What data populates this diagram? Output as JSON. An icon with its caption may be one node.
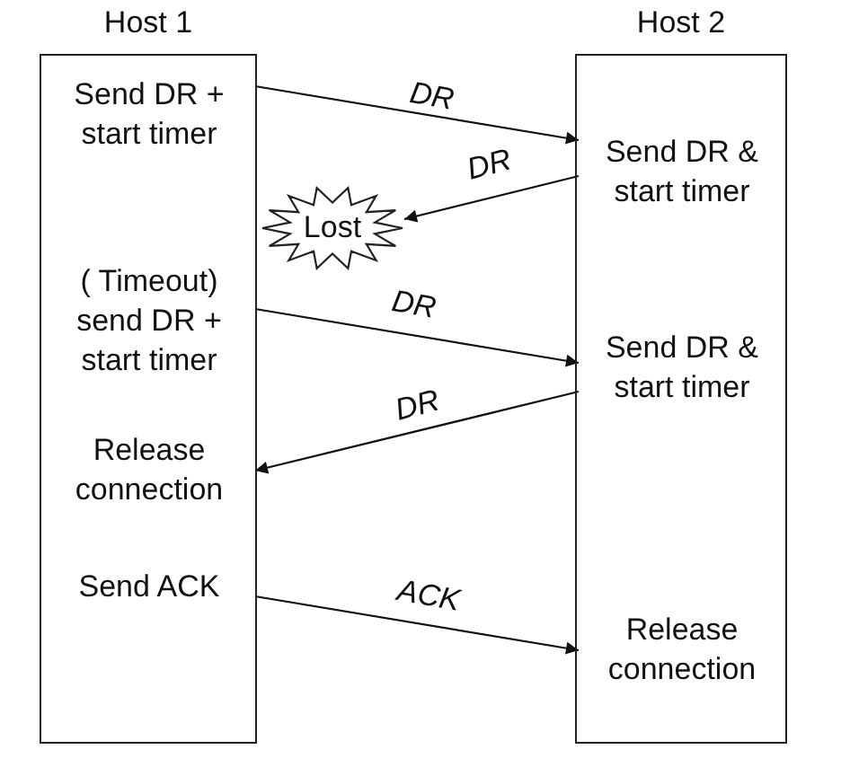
{
  "diagram": {
    "nodes": [
      {
        "text": [
          "Host 1"
        ]
      },
      {
        "text": [
          "Send DR + start timer"
        ],
        "in": 0
      },
      {
        "text": [
          "( Timeout) send DR + start timer"
        ],
        "in": 0
      },
      {
        "text": [
          "Release connection"
        ],
        "in": 0
      },
      {
        "text": [
          "Send ACK"
        ],
        "in": 0
      },
      {
        "text": [
          "Host 2"
        ]
      },
      {
        "text": [
          "Send DR & start timer"
        ],
        "in": 5
      },
      {
        "text": [
          "Send DR & start timer"
        ],
        "in": 5
      },
      {
        "text": [
          "Release connection"
        ],
        "in": 5
      },
      {
        "text": [
          "Lost"
        ]
      }
    ],
    "edges": [
      {
        "from": 1,
        "to": 6,
        "arrow": "to",
        "label": "DR"
      },
      {
        "from": 6,
        "to": 9,
        "arrow": "to",
        "label": "DR"
      },
      {
        "from": 2,
        "to": 7,
        "arrow": "to",
        "label": "DR"
      },
      {
        "from": 7,
        "to": 3,
        "arrow": "to",
        "label": "DR"
      },
      {
        "from": 4,
        "to": 8,
        "arrow": "to",
        "label": "ACK"
      }
    ]
  }
}
